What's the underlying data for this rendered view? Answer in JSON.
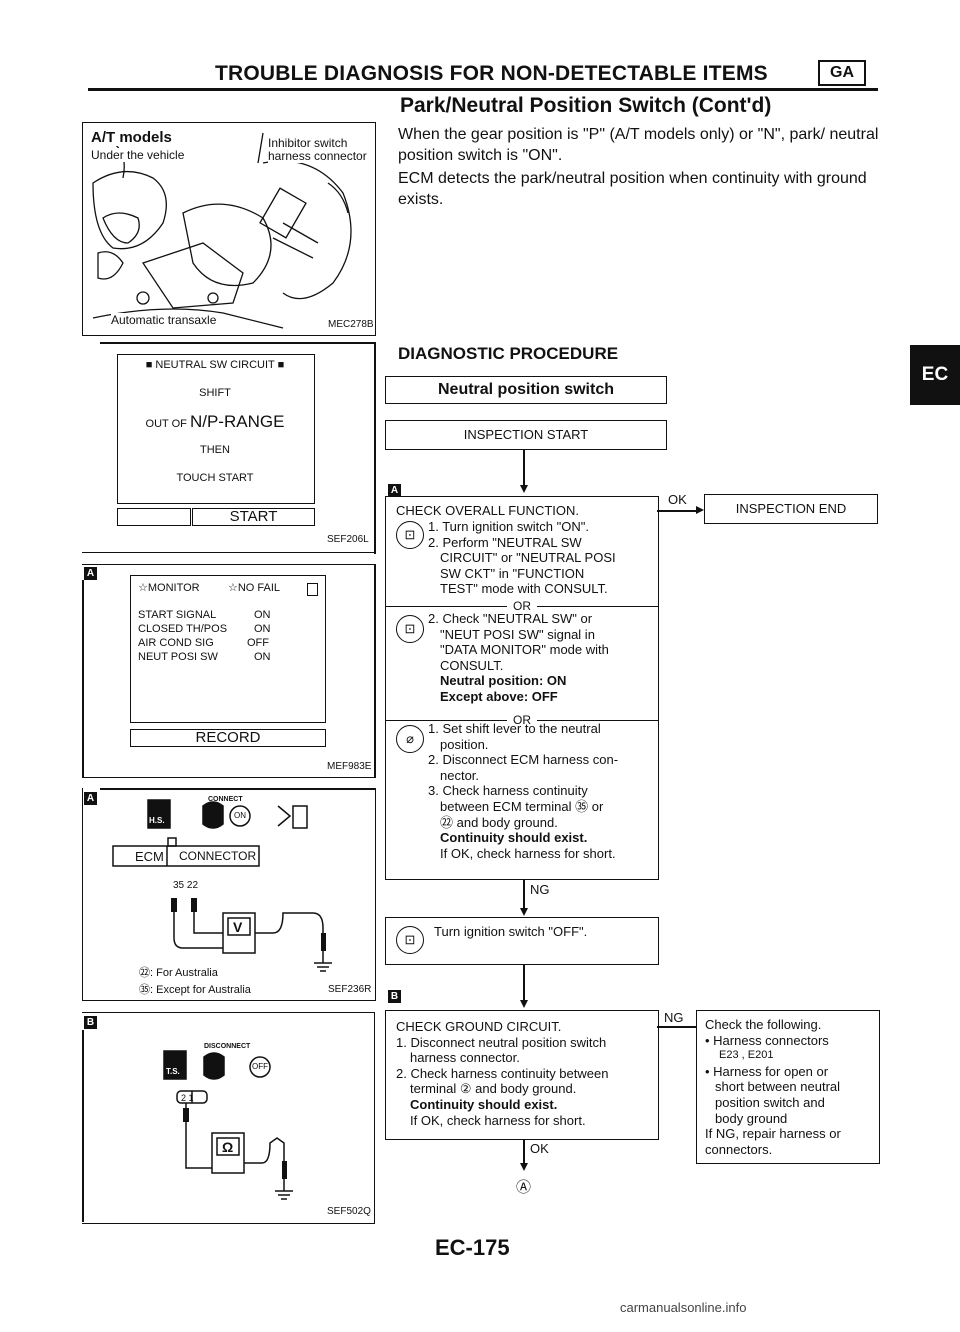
{
  "header": {
    "title": "TROUBLE DIAGNOSIS FOR NON-DETECTABLE ITEMS",
    "badge": "GA",
    "subtitle": "Park/Neutral Position Switch (Cont'd)"
  },
  "intro": [
    "When the gear position is \"P\" (A/T models only) or \"N\", park/ neutral position switch is \"ON\".",
    "ECM detects the park/neutral position when continuity with ground exists."
  ],
  "side_tab": "EC",
  "figure_top": {
    "title": "A/T models",
    "subtitle": "Under the vehicle",
    "callout1": "Inhibitor switch harness connector",
    "callout2": "Automatic transaxle",
    "code": "MEC278B"
  },
  "fig_a1": {
    "mark": "A",
    "line1": "NEUTRAL SW CIRCUIT",
    "line2": "SHIFT",
    "line3a": "OUT OF",
    "line3b": "N/P-RANGE",
    "line4": "THEN",
    "line5": "TOUCH START",
    "button": "START",
    "code": "SEF206L"
  },
  "fig_a2": {
    "mark": "A",
    "header_left": "☆MONITOR",
    "header_right": "☆NO FAIL",
    "rows": [
      {
        "label": "START SIGNAL",
        "value": "ON"
      },
      {
        "label": "CLOSED TH/POS",
        "value": "ON"
      },
      {
        "label": "AIR COND SIG",
        "value": "OFF"
      },
      {
        "label": "NEUT POSI SW",
        "value": "ON"
      }
    ],
    "button": "RECORD",
    "code": "MEF983E"
  },
  "fig_a3": {
    "mark": "A",
    "connect_label": "CONNECT",
    "hs": "H.S.",
    "on": "ON",
    "ecm_label": "ECM",
    "connector_label": "CONNECTOR",
    "pins": "35  22",
    "meter": "V",
    "note1": "㉒: For Australia",
    "note2": "㉟: Except for Australia",
    "code": "SEF236R"
  },
  "fig_b": {
    "mark": "B",
    "disconnect_label": "DISCONNECT",
    "ts": "T.S.",
    "off": "OFF",
    "pins": "2  1",
    "meter": "Ω",
    "code": "SEF502Q"
  },
  "procedure": {
    "heading": "DIAGNOSTIC PROCEDURE",
    "title_box": "Neutral position switch",
    "start_box": "INSPECTION START",
    "mark_a": "A",
    "mark_b": "B",
    "check1": {
      "title": "CHECK OVERALL FUNCTION.",
      "s1": "1. Turn ignition switch \"ON\".",
      "s2a": "2. Perform \"NEUTRAL SW",
      "s2b": "CIRCUIT\" or \"NEUTRAL POSI",
      "s2c": "SW CKT\" in \"FUNCTION",
      "s2d": "TEST\" mode with CONSULT.",
      "or1": "OR",
      "t2a": "2. Check \"NEUTRAL SW\" or",
      "t2b": "\"NEUT POSI SW\" signal in",
      "t2c": "\"DATA MONITOR\" mode with",
      "t2d": "CONSULT.",
      "t2e": "Neutral position: ON",
      "t2f": "Except above: OFF",
      "or2": "OR",
      "u1a": "1. Set shift lever to the neutral",
      "u1b": "position.",
      "u2a": "2. Disconnect ECM harness con-",
      "u2b": "nector.",
      "u3a": "3. Check harness continuity",
      "u3b": "between ECM terminal ㉟ or",
      "u3c": "㉒ and body ground.",
      "u3d": "Continuity should exist.",
      "u3e": "If OK, check harness for short."
    },
    "ok1": "OK",
    "end_box": "INSPECTION END",
    "ng1": "NG",
    "ign_off": "Turn ignition switch \"OFF\".",
    "check2": {
      "title": "CHECK GROUND CIRCUIT.",
      "s1a": "1. Disconnect neutral position switch",
      "s1b": "harness connector.",
      "s2a": "2. Check harness continuity between",
      "s2b": "terminal ② and body ground.",
      "s2c": "Continuity should exist.",
      "s2d": "If OK, check harness for short."
    },
    "ng2": "NG",
    "ok2": "OK",
    "next": "Ⓐ",
    "check_following": {
      "l1": "Check the following.",
      "l2": "• Harness connectors",
      "l3": "E23 , E201",
      "l4": "• Harness for open or",
      "l5": "short between neutral",
      "l6": "position switch and",
      "l7": "body ground",
      "l8": "If NG, repair harness or",
      "l9": "connectors."
    }
  },
  "page_number": "EC-175",
  "footer": "carmanualsonline.info"
}
